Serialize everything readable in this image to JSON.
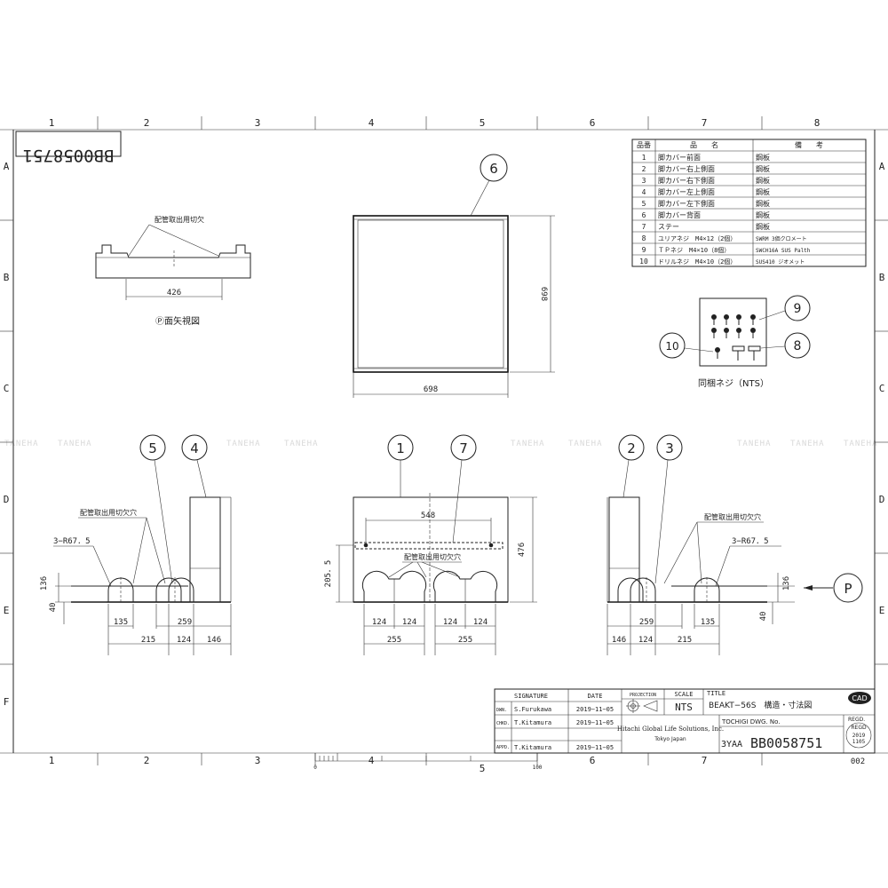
{
  "grid": {
    "columns": [
      "1",
      "2",
      "3",
      "4",
      "5",
      "6",
      "7",
      "8"
    ],
    "rows": [
      "A",
      "B",
      "C",
      "D",
      "E",
      "F"
    ]
  },
  "corner_code": "BB0058751",
  "watermark": "TANEHA",
  "parts_table": {
    "headers": [
      "品番",
      "品　　名",
      "備　　考"
    ],
    "rows": [
      {
        "no": "1",
        "name": "脚カバー前面",
        "note": "鋼板"
      },
      {
        "no": "2",
        "name": "脚カバー右上側面",
        "note": "鋼板"
      },
      {
        "no": "3",
        "name": "脚カバー右下側面",
        "note": "鋼板"
      },
      {
        "no": "4",
        "name": "脚カバー左上側面",
        "note": "鋼板"
      },
      {
        "no": "5",
        "name": "脚カバー左下側面",
        "note": "鋼板"
      },
      {
        "no": "6",
        "name": "脚カバー背面",
        "note": "鋼板"
      },
      {
        "no": "7",
        "name": "ステー",
        "note": "鋼板"
      },
      {
        "no": "8",
        "name": "ユリアネジ　M4×12（2個）",
        "note": "SWRM 3価クロメート"
      },
      {
        "no": "9",
        "name": "ＴＰネジ　M4×10（8個）",
        "note": "SWCH16A SUS Palth"
      },
      {
        "no": "10",
        "name": "ドリルネジ　M4×10（2個）",
        "note": "SUS410 ジオメット"
      }
    ]
  },
  "screw_view": {
    "caption": "同梱ネジ（NTS）",
    "balloons": [
      "9",
      "10",
      "8"
    ]
  },
  "view_p": {
    "caption": "Ⓟ面矢視図",
    "note": "配管取出用切欠",
    "dim": "426"
  },
  "top_view": {
    "balloon": "6",
    "dim_width": "698",
    "dim_height": "698"
  },
  "left_view": {
    "balloons": [
      "5",
      "4"
    ],
    "note": "配管取出用切欠穴",
    "radius_label": "3−R67．5",
    "dims": {
      "h136": "136",
      "h40": "40",
      "w135": "135",
      "w259": "259",
      "w215": "215",
      "w124": "124",
      "w146": "146"
    }
  },
  "front_view": {
    "balloons": [
      "1",
      "7"
    ],
    "note": "配管取出用切欠穴",
    "dims": {
      "w548": "548",
      "h476": "476",
      "h205": "205．5",
      "w124a": "124",
      "w124b": "124",
      "w124c": "124",
      "w124d": "124",
      "w255a": "255",
      "w255b": "255"
    }
  },
  "right_view": {
    "balloons": [
      "2",
      "3"
    ],
    "note": "配管取出用切欠穴",
    "radius_label": "3−R67．5",
    "arrow_label": "P",
    "dims": {
      "h136": "136",
      "h40": "40",
      "w259": "259",
      "w135": "135",
      "w146": "146",
      "w124": "124",
      "w215": "215"
    }
  },
  "title_block": {
    "signature_header": "SIGNATURE",
    "date_header": "DATE",
    "projection_header": "PROJECTION",
    "scale_header": "SCALE",
    "scale_value": "NTS",
    "title_header": "TITLE",
    "title_value": "BEAKT−56S　構造・寸法図",
    "cad_badge": "CAD",
    "dwn_label": "DWN.",
    "dwn_name": "S.Furukawa",
    "dwn_date": "2019−11−05",
    "chkd_label": "CHKD.",
    "chkd_name": "T.Kitamura",
    "chkd_date": "2019−11−05",
    "appd_label": "APPD.",
    "appd_name": "T.Kitamura",
    "appd_date": "2019−11−05",
    "company": "Hitachi Global Life Solutions, Inc.",
    "location": "Tokyo Japan",
    "dwg_header": "TOCHIGI DWG. No.",
    "dwg_prefix": "3YAA",
    "dwg_number": "BB0058751",
    "regd_label": "REGD.",
    "regd_stamp": "REGD",
    "regd_year": "2019",
    "regd_date": "1105",
    "sheet": "002"
  },
  "scale_bar": {
    "start": "0",
    "end": "100"
  }
}
